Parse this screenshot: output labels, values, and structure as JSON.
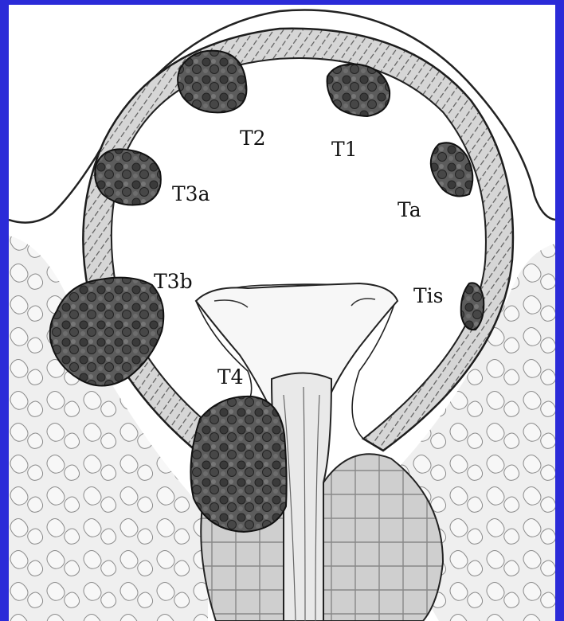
{
  "diagram": {
    "colors": {
      "background_border": "#2b2bd8",
      "paper": "#ffffff",
      "ink": "#1a1a1a",
      "tumor_fill": "#5a5a5a",
      "tumor_dark": "#2e2e2e",
      "wall_fill": "#d8d8d8",
      "fat_fill": "#e4e4e4"
    },
    "labels": {
      "t2": "T2",
      "t1": "T1",
      "t3a": "T3a",
      "ta": "Ta",
      "t3b": "T3b",
      "tis": "Tis",
      "t4": "T4"
    }
  }
}
